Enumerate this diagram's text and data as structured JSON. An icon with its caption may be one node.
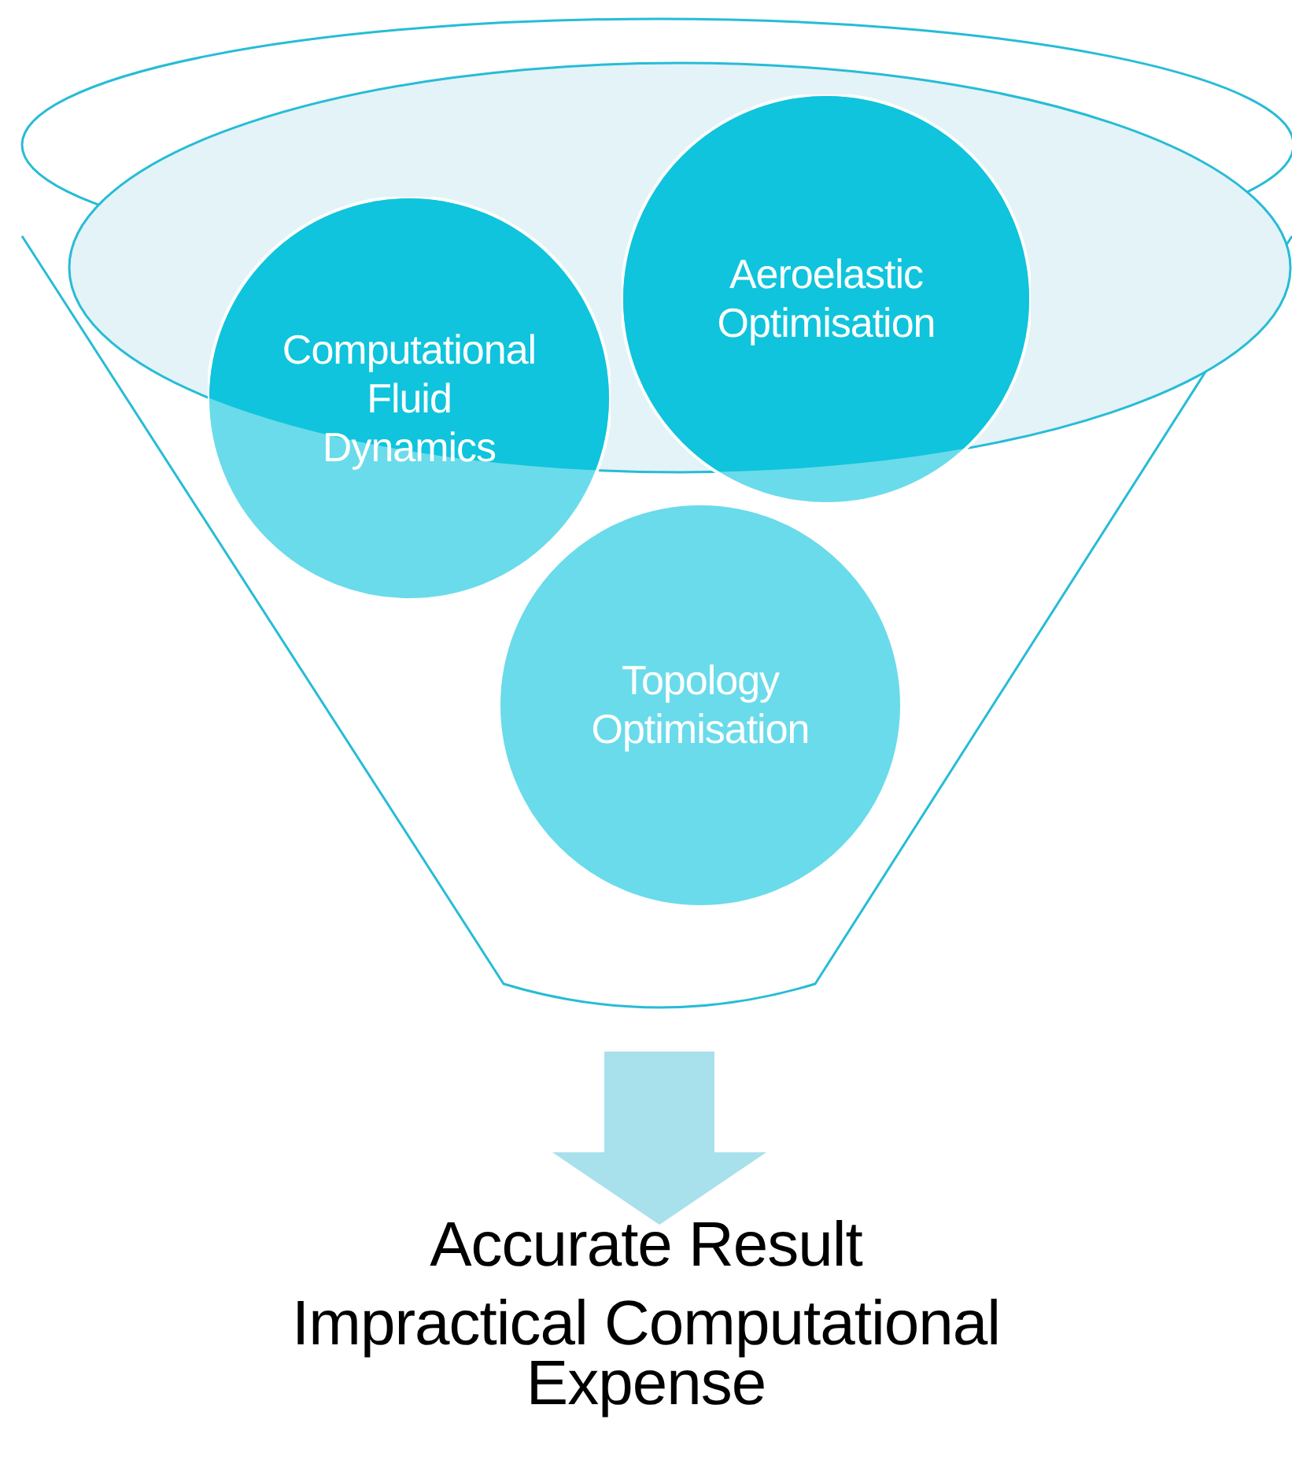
{
  "diagram": {
    "nodes": [
      {
        "text": [],
        "shape": "funnel"
      },
      {
        "text": [
          "Computational Fluid Dynamics"
        ],
        "in": 0
      },
      {
        "text": [
          "Aeroelastic Optimisation"
        ],
        "in": 0
      },
      {
        "text": [
          "Topology Optimisation"
        ],
        "in": 0
      },
      {
        "text": [
          "Accurate Result",
          "Impractical Computational Expense"
        ]
      }
    ],
    "edges": [
      {
        "from": 0,
        "to": 4,
        "arrow": "to"
      }
    ]
  }
}
